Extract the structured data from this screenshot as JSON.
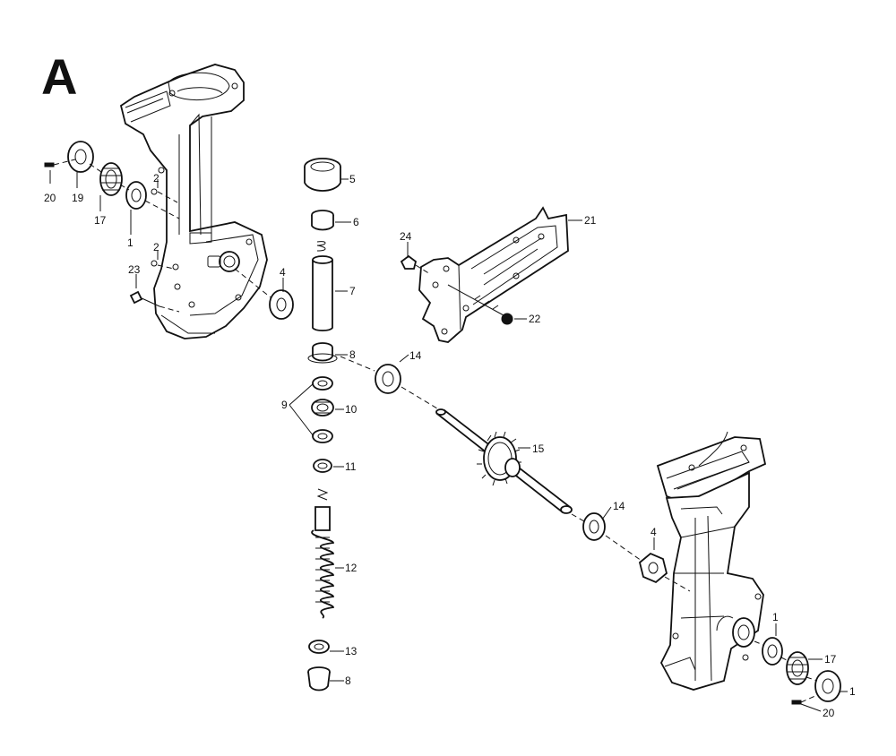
{
  "section_letter": "A",
  "callouts": {
    "n1_left": "1",
    "n2_upper": "2",
    "n2_lower": "2",
    "n4_left": "4",
    "n4_right": "4",
    "n5": "5",
    "n6": "6",
    "n7": "7",
    "n8_upper": "8",
    "n8_lower": "8",
    "n9": "9",
    "n10": "10",
    "n11": "11",
    "n12": "12",
    "n13": "13",
    "n14_upper": "14",
    "n14_lower": "14",
    "n15": "15",
    "n17_left": "17",
    "n17_right": "17",
    "n19": "19",
    "n20_left": "20",
    "n20_right": "20",
    "n21": "21",
    "n22": "22",
    "n23": "23",
    "n24": "24",
    "n1_right_a": "1",
    "n1_right_b": "1"
  }
}
